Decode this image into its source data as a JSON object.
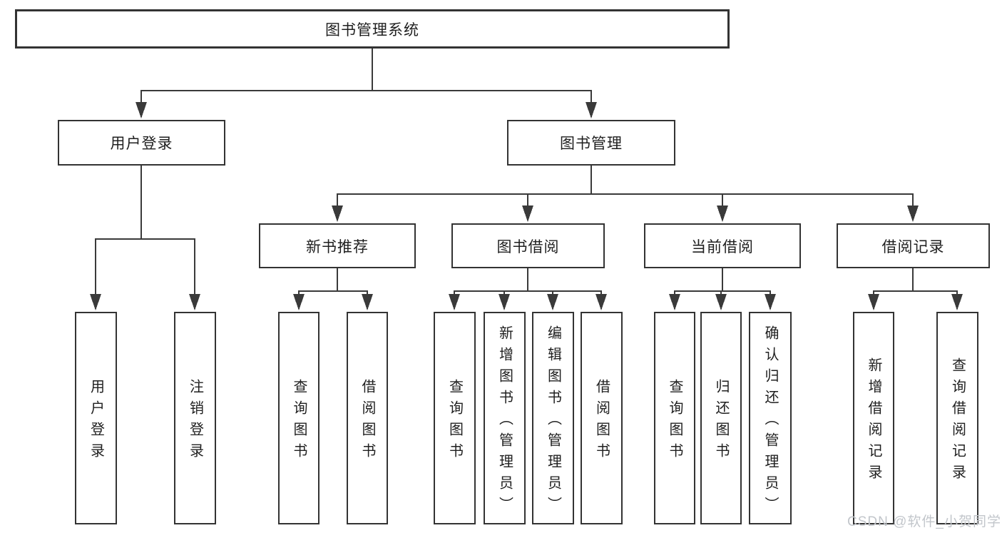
{
  "diagram": {
    "title": "图书管理系统",
    "nodes": {
      "root": {
        "label": "图书管理系统",
        "children": [
          "login",
          "mgmt"
        ]
      },
      "login": {
        "label": "用户登录",
        "children": [
          "l_login",
          "l_logout"
        ]
      },
      "mgmt": {
        "label": "图书管理",
        "children": [
          "rec",
          "borrow",
          "current",
          "records"
        ]
      },
      "rec": {
        "label": "新书推荐",
        "children": [
          "rec_query",
          "rec_borrow"
        ]
      },
      "borrow": {
        "label": "图书借阅",
        "children": [
          "bor_query",
          "bor_add",
          "bor_edit",
          "bor_lend"
        ]
      },
      "current": {
        "label": "当前借阅",
        "children": [
          "cur_query",
          "cur_return",
          "cur_confirm"
        ]
      },
      "records": {
        "label": "借阅记录",
        "children": [
          "recd_add",
          "recd_query"
        ]
      },
      "l_login": {
        "label": "用户登录"
      },
      "l_logout": {
        "label": "注销登录"
      },
      "rec_query": {
        "label": "查询图书"
      },
      "rec_borrow": {
        "label": "借阅图书"
      },
      "bor_query": {
        "label": "查询图书"
      },
      "bor_add": {
        "label": "新增图书（管理员）"
      },
      "bor_edit": {
        "label": "编辑图书（管理员）"
      },
      "bor_lend": {
        "label": "借阅图书"
      },
      "cur_query": {
        "label": "查询图书"
      },
      "cur_return": {
        "label": "归还图书"
      },
      "cur_confirm": {
        "label": "确认归还（管理员）"
      },
      "recd_add": {
        "label": "新增借阅记录"
      },
      "recd_query": {
        "label": "查询借阅记录"
      }
    }
  },
  "colors": {
    "line": "#3a3a3a",
    "border": "#333333",
    "text": "#1f1f1f",
    "background": "#ffffff",
    "watermark": "#c2c6cb"
  },
  "watermark": {
    "text": "CSDN @软件_小贺同学"
  }
}
